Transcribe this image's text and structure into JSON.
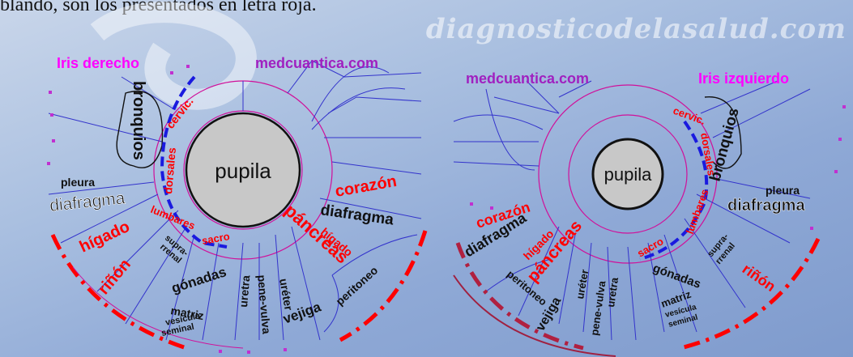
{
  "caption": "blando, son los presentados en letra roja.",
  "watermark": "diagnosticodelasalud.com",
  "left_iris": {
    "title": "Iris  derecho",
    "site": "medcuantica.com",
    "center": "pupila",
    "labels": {
      "bronquios": "bronquios",
      "cervic": "cervic.",
      "dorsales": "dorsales",
      "pleura": "pleura",
      "diafragma_left": "diafragma",
      "lumbares": "lumbares",
      "sacro": "sacro",
      "higado_big": "hígado",
      "rinon": "riñón",
      "suprarrenal_1": "supra-",
      "suprarrenal_2": "rrenal",
      "gonadas": "gónadas",
      "matriz": "matriz",
      "vesicula": "vesícula",
      "seminal": "seminal",
      "uretra": "uretra",
      "ureter": "uréter",
      "pene_vulva": "pene-vulva",
      "vejiga": "vejiga",
      "peritoneo": "peritoneo",
      "pancreas": "páncreas",
      "higado_small": "hígado",
      "diafragma_right": "diafragma",
      "corazon": "corazón"
    }
  },
  "right_iris": {
    "title": "Iris  izquierdo",
    "site": "medcuantica.com",
    "center": "pupila",
    "labels": {
      "cervic": "cervic.",
      "dorsales": "dorsales",
      "bronquios": "bronquios",
      "pleura": "pleura",
      "diafragma_right": "diafragma",
      "lumbares": "lumbares",
      "sacro": "sacro",
      "suprarrenal_1": "supra-",
      "suprarrenal_2": "rrenal",
      "rinon": "riñón",
      "gonadas": "gónadas",
      "matriz": "matriz",
      "vesicula": "vesícula",
      "seminal": "seminal",
      "uretra": "uretra",
      "pene_vulva": "pene-vulva",
      "ureter": "uréter",
      "vejiga": "vejiga",
      "peritoneo": "peritoneo",
      "pancreas": "páncreas",
      "higado": "hígado",
      "diafragma_left": "diafragma",
      "corazon": "corazón"
    }
  },
  "colors": {
    "red": "#ff0000",
    "magenta": "#ff00ff",
    "purple": "#a020c0",
    "blue_lines": "#3333cc",
    "dashed_blue": "#1a1adf",
    "ring": "#d0109a",
    "black": "#111111"
  }
}
